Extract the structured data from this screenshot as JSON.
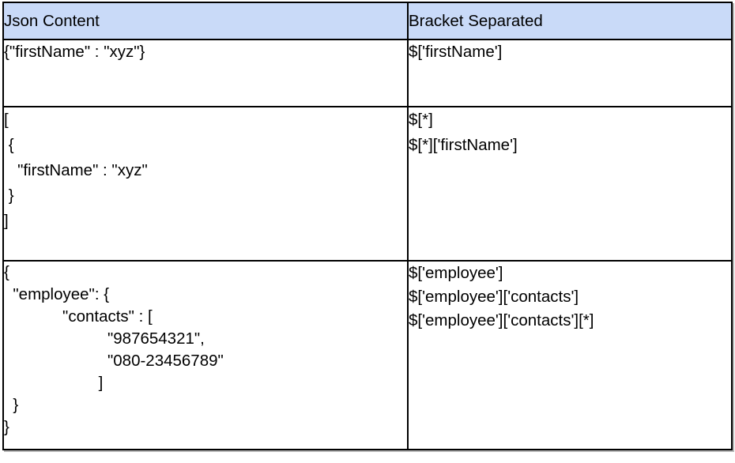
{
  "colors": {
    "header_bg": "#c9daf8",
    "border": "#000000",
    "text": "#000000",
    "page_bg": "#ffffff"
  },
  "table": {
    "header": {
      "json_content_label": "Json Content",
      "bracket_separated_label": "Bracket Separated"
    },
    "rows": [
      {
        "json_content": "{\"firstName\" : \"xyz\"}",
        "bracket_separated": "$['firstName']"
      },
      {
        "json_content": "[\n {\n   \"firstName\" : \"xyz\"\n }\n]",
        "bracket_separated": "$[*]\n$[*]['firstName']"
      },
      {
        "json_content": "{\n  \"employee\": {\n             \"contacts\" : [\n                       \"987654321\",\n                       \"080-23456789\"\n                     ]\n  }\n}",
        "bracket_separated": "$['employee']\n$['employee']['contacts']\n$['employee']['contacts'][*]"
      }
    ]
  }
}
